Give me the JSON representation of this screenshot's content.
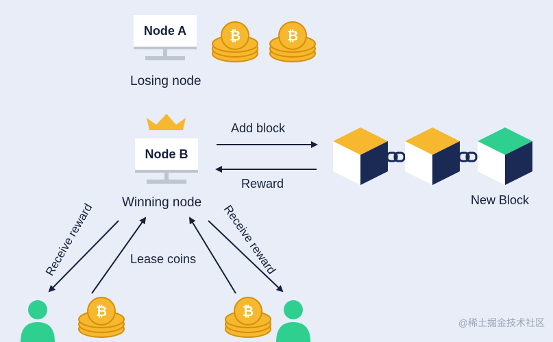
{
  "nodes": {
    "node_a": {
      "label": "Node A",
      "caption": "Losing node"
    },
    "node_b": {
      "label": "Node B",
      "caption": "Winning node"
    }
  },
  "arrows": {
    "add_block": "Add block",
    "reward": "Reward",
    "lease_coins": "Lease coins",
    "receive_reward_left": "Receive reward",
    "receive_reward_right": "Receive reward"
  },
  "blockchain": {
    "new_block_label": "New Block"
  },
  "coin_symbol": "₿",
  "watermark": "@稀土掘金技术社区",
  "colors": {
    "background": "#e8edf7",
    "coin": "#f5b82e",
    "coin_dark": "#d98e0a",
    "block_yellow": "#f5b82e",
    "block_navy": "#1b2a55",
    "block_new": "#2ecf8f",
    "user": "#2ecf8f",
    "crown": "#f5b82e"
  }
}
